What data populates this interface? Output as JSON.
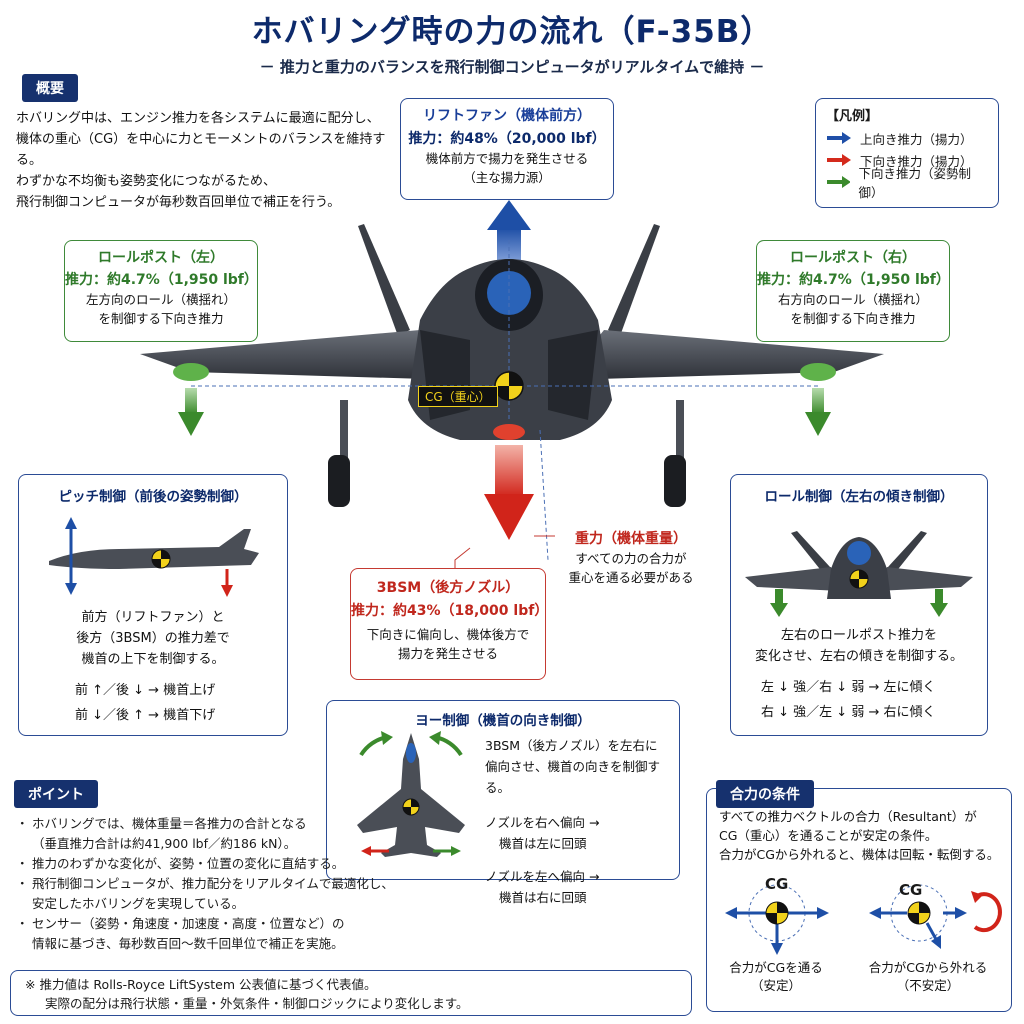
{
  "title": "ホバリング時の力の流れ（F-35B）",
  "subtitle": "－ 推力と重力のバランスを飛行制御コンピュータがリアルタイムで維持 －",
  "overview": {
    "tag": "概要",
    "lines": [
      "ホバリング中は、エンジン推力を各システムに最適に配分し、",
      "機体の重心（CG）を中心に力とモーメントのバランスを維持する。",
      "わずかな不均衡も姿勢変化につながるため、",
      "飛行制御コンピュータが毎秒数百回単位で補正を行う。"
    ]
  },
  "lift_fan": {
    "title": "リフトファン（機体前方）",
    "thrust": "推力：約48%（20,000 lbf）",
    "desc1": "機体前方で揚力を発生させる",
    "desc2": "（主な揚力源）"
  },
  "legend": {
    "title": "【凡例】",
    "items": [
      {
        "label": "上向き推力（揚力）",
        "color": "#1f4fa8"
      },
      {
        "label": "下向き推力（揚力）",
        "color": "#d42a1c"
      },
      {
        "label": "下向き推力（姿勢制御）",
        "color": "#3b8a2c"
      }
    ]
  },
  "roll_left": {
    "title": "ロールポスト（左）",
    "thrust": "推力：約4.7%（1,950 lbf）",
    "desc1": "左方向のロール（横揺れ）",
    "desc2": "を制御する下向き推力"
  },
  "roll_right": {
    "title": "ロールポスト（右）",
    "thrust": "推力：約4.7%（1,950 lbf）",
    "desc1": "右方向のロール（横揺れ）",
    "desc2": "を制御する下向き推力"
  },
  "cg_label": "CG（重心）",
  "gravity": {
    "title": "重力（機体重量）",
    "desc1": "すべての力の合力が",
    "desc2": "重心を通る必要がある"
  },
  "bsm": {
    "title": "3BSM（後方ノズル）",
    "thrust": "推力：約43%（18,000 lbf）",
    "desc1": "下向きに偏向し、機体後方で",
    "desc2": "揚力を発生させる"
  },
  "pitch": {
    "title": "ピッチ制御（前後の姿勢制御）",
    "desc": [
      "前方（リフトファン）と",
      "後方（3BSM）の推力差で",
      "機首の上下を制御する。"
    ],
    "rule1": "前 ↑／後 ↓ → 機首上げ",
    "rule2": "前 ↓／後 ↑ → 機首下げ"
  },
  "roll": {
    "title": "ロール制御（左右の傾き制御）",
    "desc": [
      "左右のロールポスト推力を",
      "変化させ、左右の傾きを制御する。"
    ],
    "rule1": "左 ↓ 強／右 ↓ 弱 → 左に傾く",
    "rule2": "右 ↓ 強／左 ↓ 弱 → 右に傾く"
  },
  "yaw": {
    "title": "ヨー制御（機首の向き制御）",
    "desc1": "3BSM（後方ノズル）を左右に",
    "desc2": "偏向させ、機首の向きを制御する。",
    "rule1a": "ノズルを右へ偏向 →",
    "rule1b": "機首は左に回頭",
    "rule2a": "ノズルを左へ偏向 →",
    "rule2b": "機首は右に回頭"
  },
  "points": {
    "tag": "ポイント",
    "items": [
      {
        "main": "ホバリングでは、機体重量＝各推力の合計となる",
        "sub": "（垂直推力合計は約41,900 lbf／約186 kN）。"
      },
      {
        "main": "推力のわずかな変化が、姿勢・位置の変化に直結する。",
        "sub": ""
      },
      {
        "main": "飛行制御コンピュータが、推力配分をリアルタイムで最適化し、",
        "sub": "安定したホバリングを実現している。"
      },
      {
        "main": "センサー（姿勢・角速度・加速度・高度・位置など）の",
        "sub": "情報に基づき、毎秒数百回～数千回単位で補正を実施。"
      }
    ]
  },
  "resultant": {
    "tag": "合力の条件",
    "lines": [
      "すべての推力ベクトルの合力（Resultant）が",
      "CG（重心）を通ることが安定の条件。",
      "合力がCGから外れると、機体は回転・転倒する。"
    ],
    "cg": "CG",
    "stable1": "合力がCGを通る",
    "stable2": "（安定）",
    "unstable1": "合力がCGから外れる",
    "unstable2": "（不安定）"
  },
  "footnote": {
    "line1": "※ 推力値は Rolls-Royce LiftSystem 公表値に基づく代表値。",
    "line2": "実際の配分は飛行状態・重量・外気条件・制御ロジックにより変化します。"
  }
}
